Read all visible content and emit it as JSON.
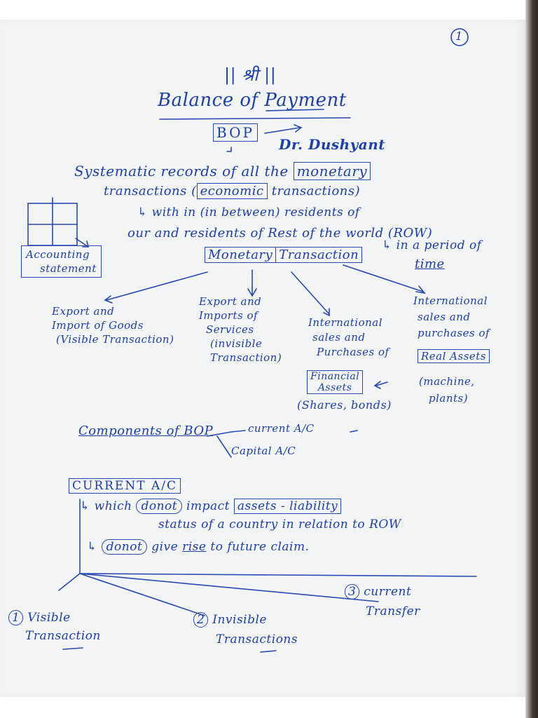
{
  "page_number": "1",
  "header_mark": "|| श्री ||",
  "title": "Balance of Payment",
  "abbr": "BOP",
  "author": "Dr. Dushyant",
  "definition": {
    "line1_a": "Systematic records of all the",
    "line1_b": "monetary",
    "line2_a": "transactions (",
    "line2_b": "economic",
    "line2_c": "transactions)",
    "line3": "↳ with in (in between) residents of",
    "line4": "our and residents of Rest of the world (ROW)",
    "period": "↳ in a period of",
    "time": "time"
  },
  "accounting_statement": {
    "line1": "Accounting",
    "line2": "statement"
  },
  "monetary_transaction": {
    "left": "Monetary",
    "right": "Transaction"
  },
  "branches": [
    {
      "lines": [
        "Export and",
        "Import of Goods",
        "(Visible Transaction)"
      ]
    },
    {
      "lines": [
        "Export and",
        "Imports of",
        "Services",
        "(invisible",
        "Transaction)"
      ]
    },
    {
      "lines": [
        "International",
        "sales and",
        "Purchases of"
      ],
      "boxed": [
        "Financial",
        "Assets"
      ],
      "note": "(Shares, bonds)"
    },
    {
      "lines": [
        "International",
        "sales and",
        "purchases of"
      ],
      "boxed": [
        "Real Assets"
      ],
      "note": [
        "(machine,",
        "plants)"
      ]
    }
  ],
  "components": {
    "label": "Components of BOP",
    "items": [
      "current A/C",
      "Capital A/C"
    ]
  },
  "current_ac": {
    "title": "CURRENT A/C",
    "which": "↳ which",
    "donot1": "donot",
    "impact": "impact",
    "assets": "assets - liability",
    "status": "status of a country in relation to ROW",
    "donot2": "donot",
    "give": "give",
    "rise": "rise",
    "future": "to future claim."
  },
  "types": [
    {
      "num": "1",
      "lines": [
        "Visible",
        "Transaction"
      ]
    },
    {
      "num": "2",
      "lines": [
        "Invisible",
        "Transactions"
      ]
    },
    {
      "num": "3",
      "lines": [
        "current",
        "Transfer"
      ]
    }
  ]
}
